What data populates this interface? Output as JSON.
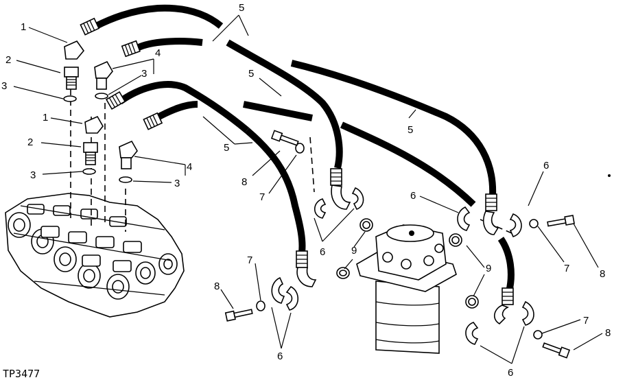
{
  "figure": {
    "id_label": "TP3477",
    "callouts": {
      "c1": "1",
      "c2": "2",
      "c3": "3",
      "c4": "4",
      "c5": "5",
      "c6": "6",
      "c7": "7",
      "c8": "8",
      "c9": "9"
    }
  }
}
